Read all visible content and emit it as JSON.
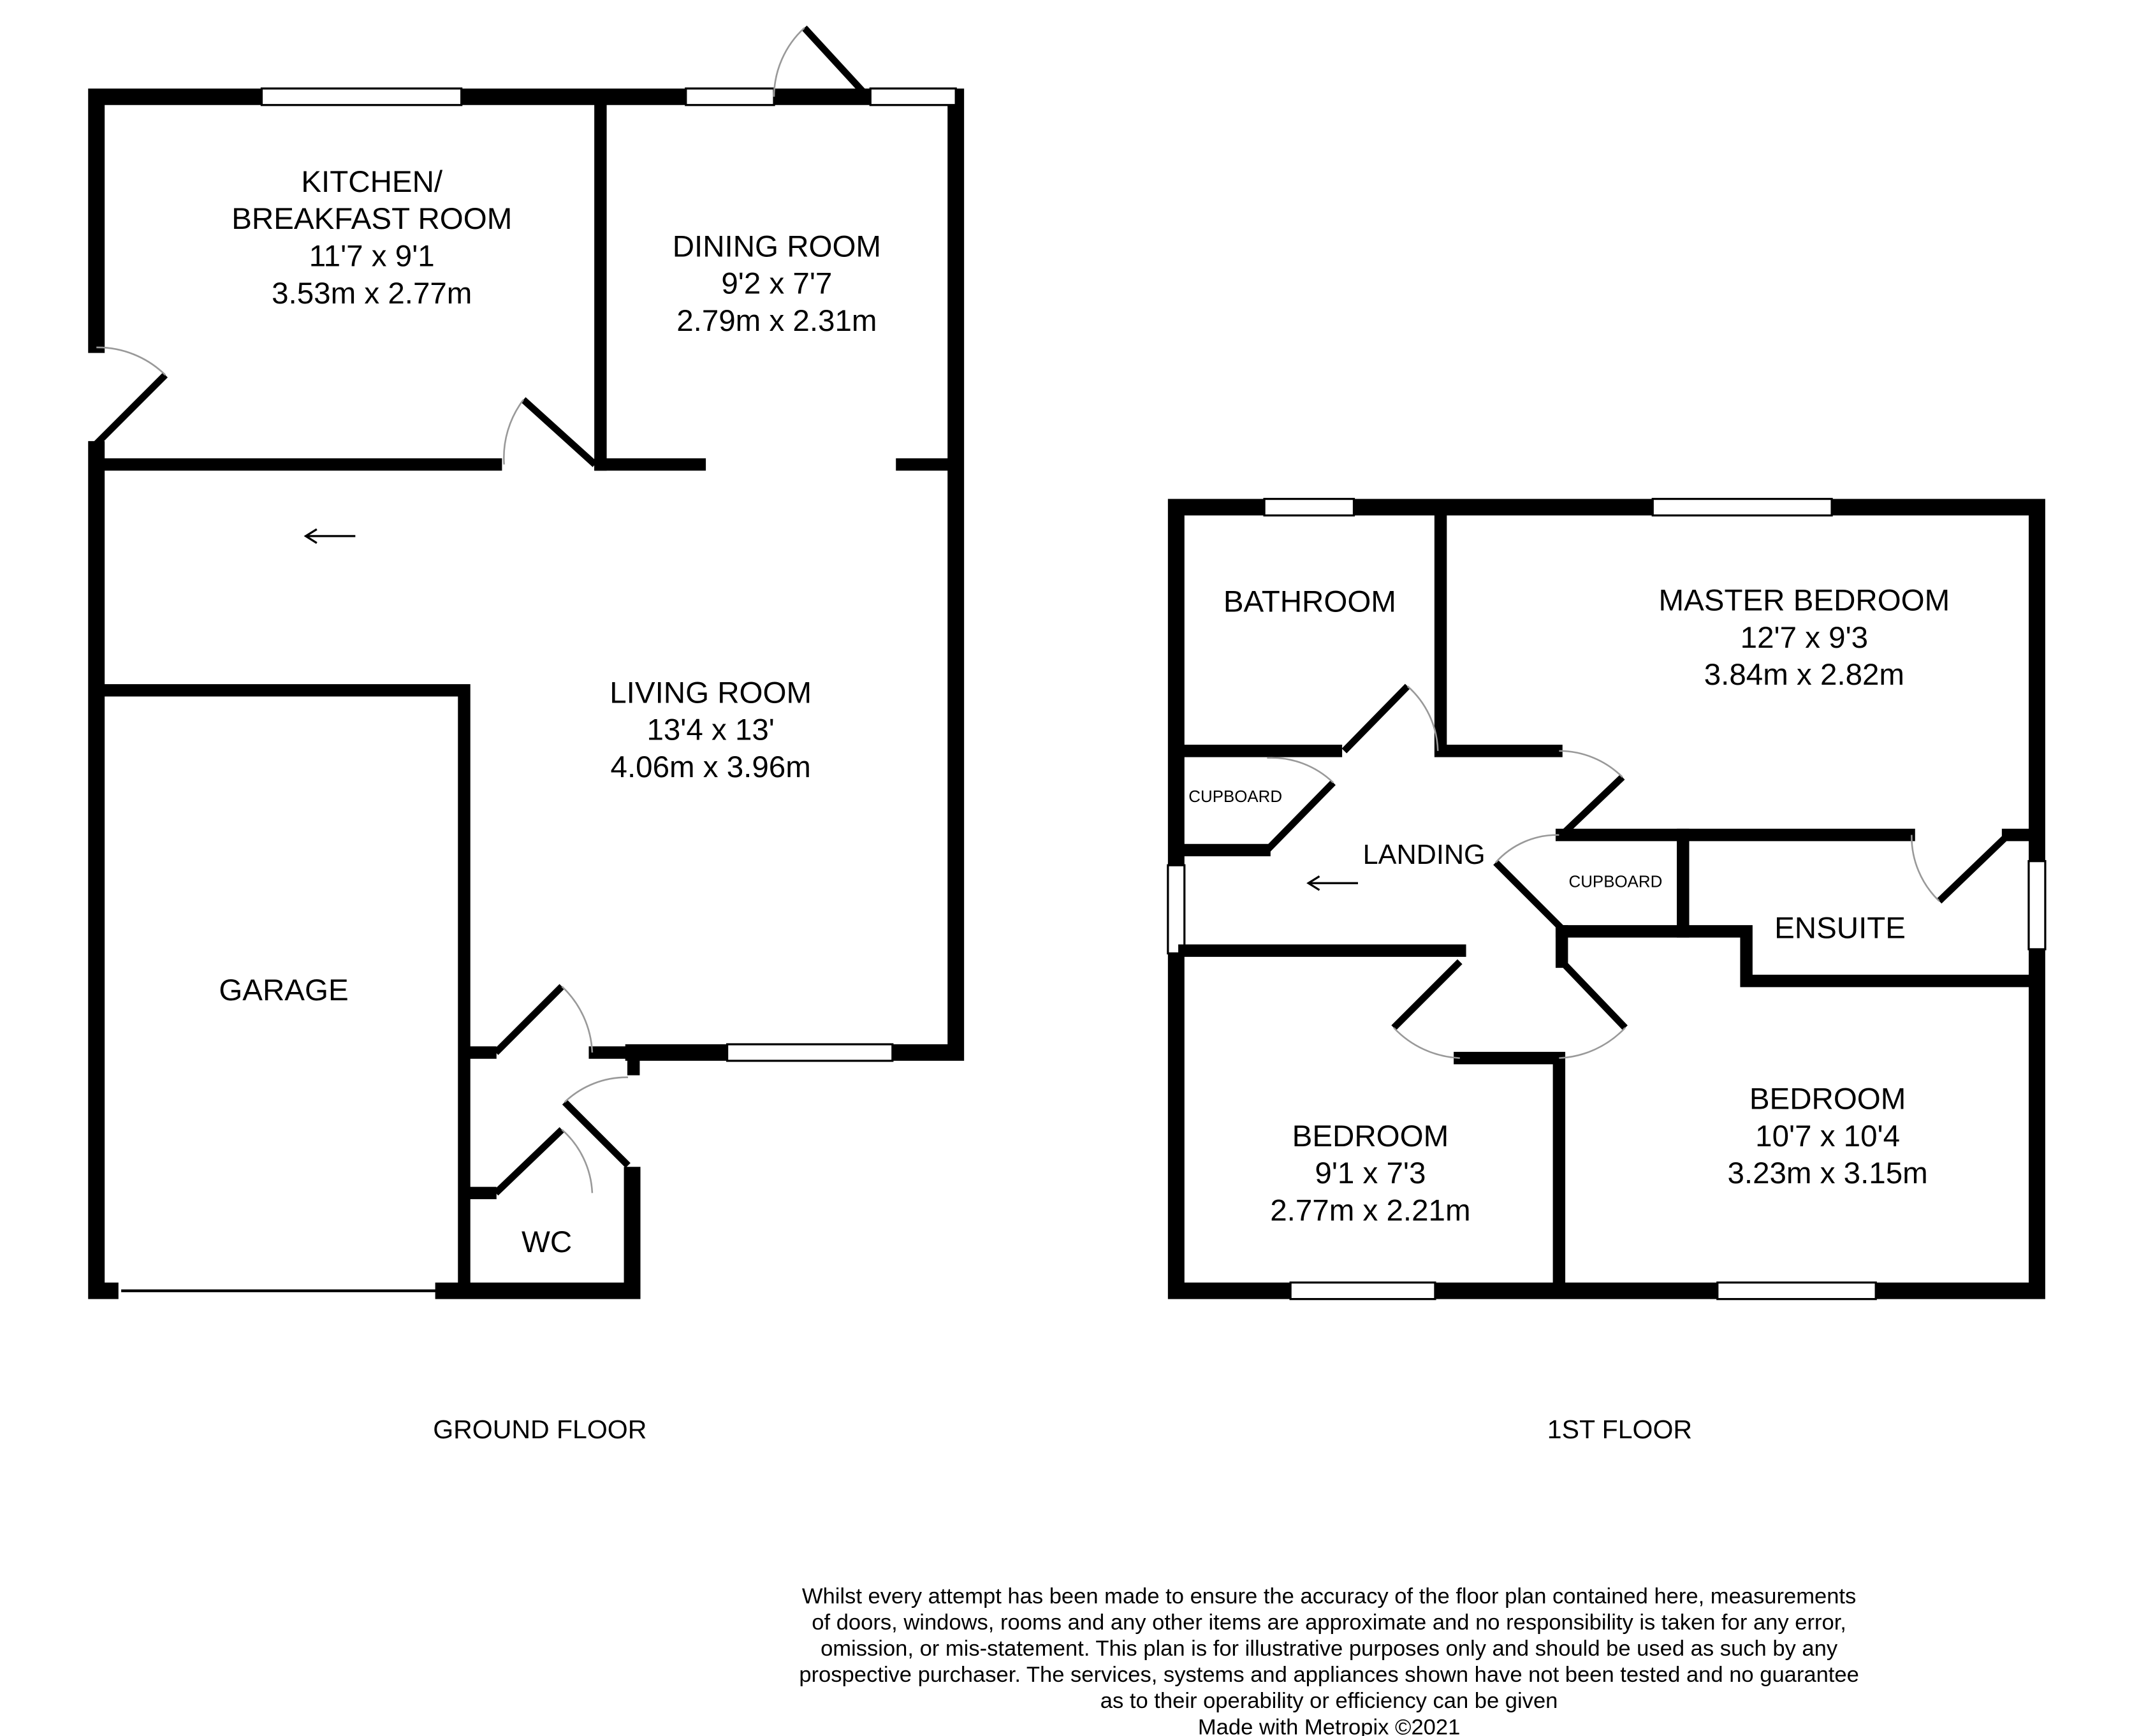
{
  "ground_floor": {
    "label": "GROUND FLOOR",
    "rooms": {
      "kitchen": {
        "name_line1": "KITCHEN/",
        "name_line2": "BREAKFAST ROOM",
        "imperial": "11'7 x 9'1",
        "metric": "3.53m x 2.77m"
      },
      "dining": {
        "name": "DINING ROOM",
        "imperial": "9'2 x 7'7",
        "metric": "2.79m x 2.31m"
      },
      "living": {
        "name": "LIVING ROOM",
        "imperial": "13'4 x 13'",
        "metric": "4.06m x 3.96m"
      },
      "garage": {
        "name": "GARAGE"
      },
      "wc": {
        "name": "WC"
      }
    }
  },
  "first_floor": {
    "label": "1ST FLOOR",
    "rooms": {
      "bathroom": {
        "name": "BATHROOM"
      },
      "master": {
        "name": "MASTER BEDROOM",
        "imperial": "12'7 x 9'3",
        "metric": "3.84m x 2.82m"
      },
      "cupboard1": {
        "name": "CUPBOARD"
      },
      "cupboard2": {
        "name": "CUPBOARD"
      },
      "landing": {
        "name": "LANDING"
      },
      "ensuite": {
        "name": "ENSUITE"
      },
      "bedroom2": {
        "name": "BEDROOM",
        "imperial": "9'1 x 7'3",
        "metric": "2.77m x 2.21m"
      },
      "bedroom3": {
        "name": "BEDROOM",
        "imperial": "10'7 x 10'4",
        "metric": "3.23m x 3.15m"
      }
    }
  },
  "disclaimer": {
    "lines": [
      "Whilst every attempt has been made to ensure the accuracy of the floor plan contained here, measurements",
      "of doors, windows, rooms and any other items are approximate and no responsibility is taken for any error,",
      "omission, or mis-statement. This plan is for illustrative purposes only and should be used as such by any",
      "prospective purchaser. The services, systems and appliances shown have not been tested and no guarantee",
      "as to their operability or efficiency can be given"
    ],
    "credit": "Made with Metropix ©2021"
  }
}
